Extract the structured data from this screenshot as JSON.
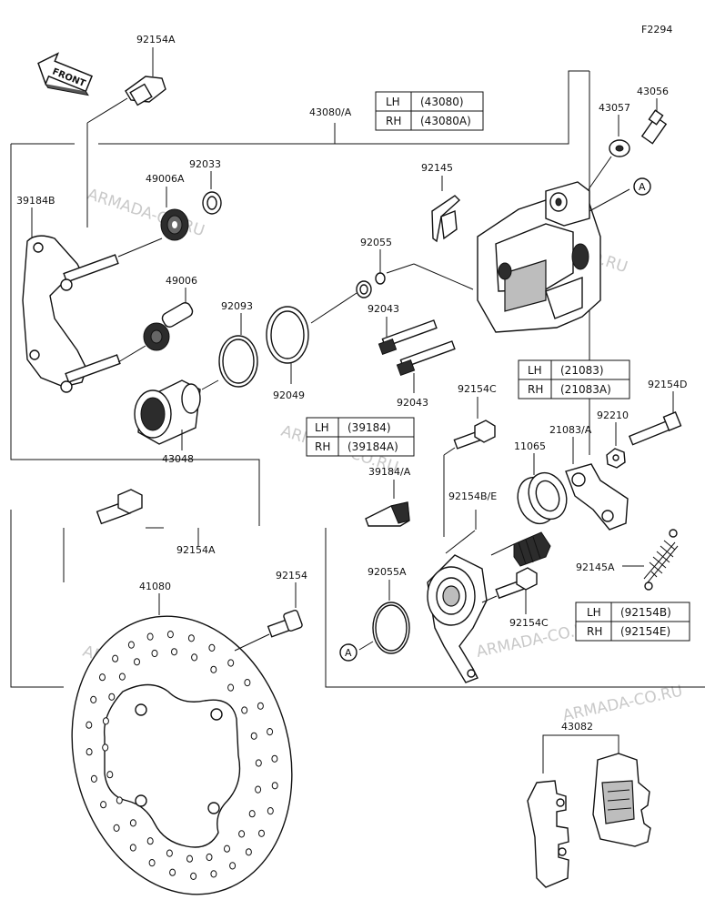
{
  "figure_code": "F2294",
  "front_label": "FRONT",
  "watermark": "ARMADA-CO.RU",
  "labels": {
    "l92154A_top": "92154A",
    "l43080A": "43080/A",
    "l43056": "43056",
    "l43057": "43057",
    "l92033": "92033",
    "l49006A": "49006A",
    "l39184B": "39184B",
    "l92145": "92145",
    "l92055": "92055",
    "l49006": "49006",
    "l92093": "92093",
    "l92043a": "92043",
    "l92049": "92049",
    "l92043b": "92043",
    "l43048": "43048",
    "l92154C_top": "92154C",
    "l92154D": "92154D",
    "l92210": "92210",
    "l21083A": "21083/A",
    "l11065": "11065",
    "l39184A": "39184/A",
    "l92154BE": "92154B/E",
    "l92154A_bot": "92154A",
    "l41080": "41080",
    "l92154": "92154",
    "l92055A": "92055A",
    "l92145A": "92145A",
    "l92154C_bot": "92154C",
    "l43082": "43082",
    "circleA1": "A",
    "circleA2": "A"
  },
  "tables": {
    "caliper": [
      {
        "side": "LH",
        "part": "(43080)"
      },
      {
        "side": "RH",
        "part": "(43080A)"
      }
    ],
    "arm": [
      {
        "side": "LH",
        "part": "(21083)"
      },
      {
        "side": "RH",
        "part": "(21083A)"
      }
    ],
    "bracket": [
      {
        "side": "LH",
        "part": "(39184)"
      },
      {
        "side": "RH",
        "part": "(39184A)"
      }
    ],
    "bolt": [
      {
        "side": "LH",
        "part": "(92154B)"
      },
      {
        "side": "RH",
        "part": "(92154E)"
      }
    ]
  }
}
